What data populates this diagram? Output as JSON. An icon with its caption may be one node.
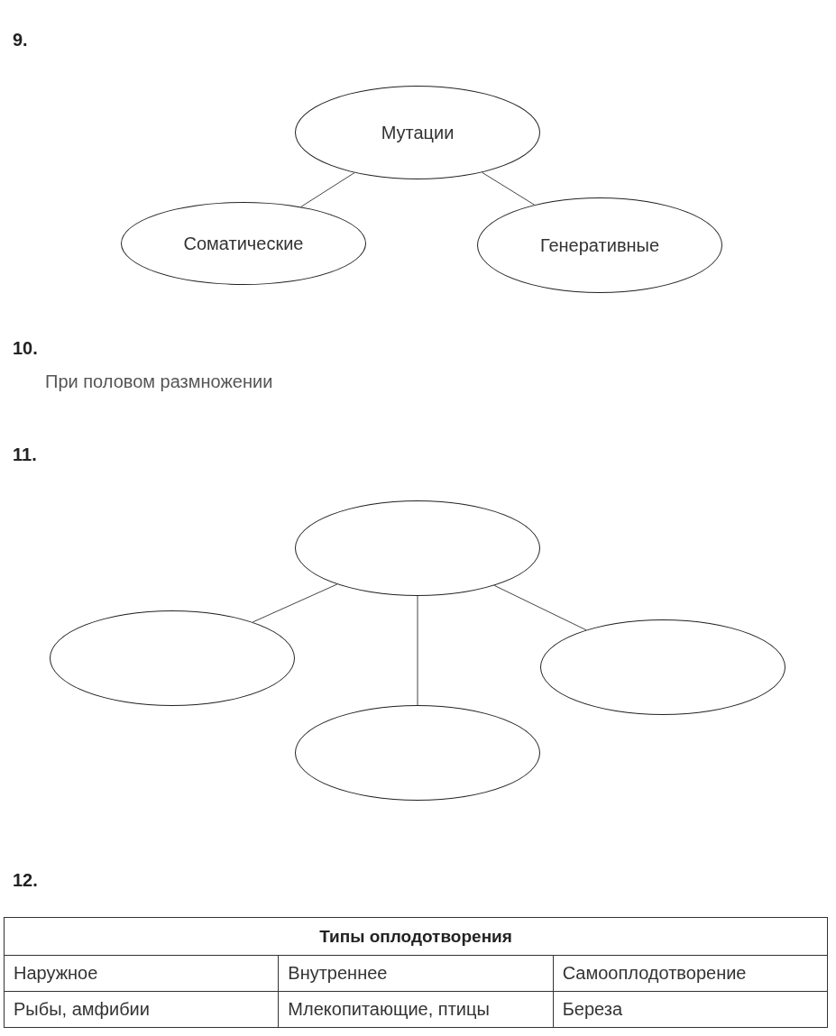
{
  "diagram": {
    "nodes": [
      {
        "text": [
          "Мутации"
        ]
      },
      {
        "text": [
          "Соматические"
        ]
      },
      {
        "text": [
          "Генеративные"
        ]
      },
      {
        "text": [],
        "shape": "ellipse"
      },
      {
        "text": [],
        "shape": "ellipse"
      },
      {
        "text": [],
        "shape": "ellipse"
      },
      {
        "text": [],
        "shape": "ellipse"
      }
    ],
    "edges": [
      {
        "from": 0,
        "to": 1,
        "arrow": "none"
      },
      {
        "from": 0,
        "to": 2,
        "arrow": "none"
      },
      {
        "from": 3,
        "to": 4,
        "arrow": "none"
      },
      {
        "from": 3,
        "to": 6,
        "arrow": "none"
      },
      {
        "from": 3,
        "to": 5,
        "arrow": "none"
      }
    ],
    "labels": [
      "9.",
      "10.",
      "При половом размножении",
      "11.",
      "12.",
      "Типы оплодотворения",
      "Наружное",
      "Внутреннее",
      "Самооплодотворение",
      "Рыбы, амфибии",
      "Млекопитающие, птицы",
      "Береза"
    ]
  }
}
